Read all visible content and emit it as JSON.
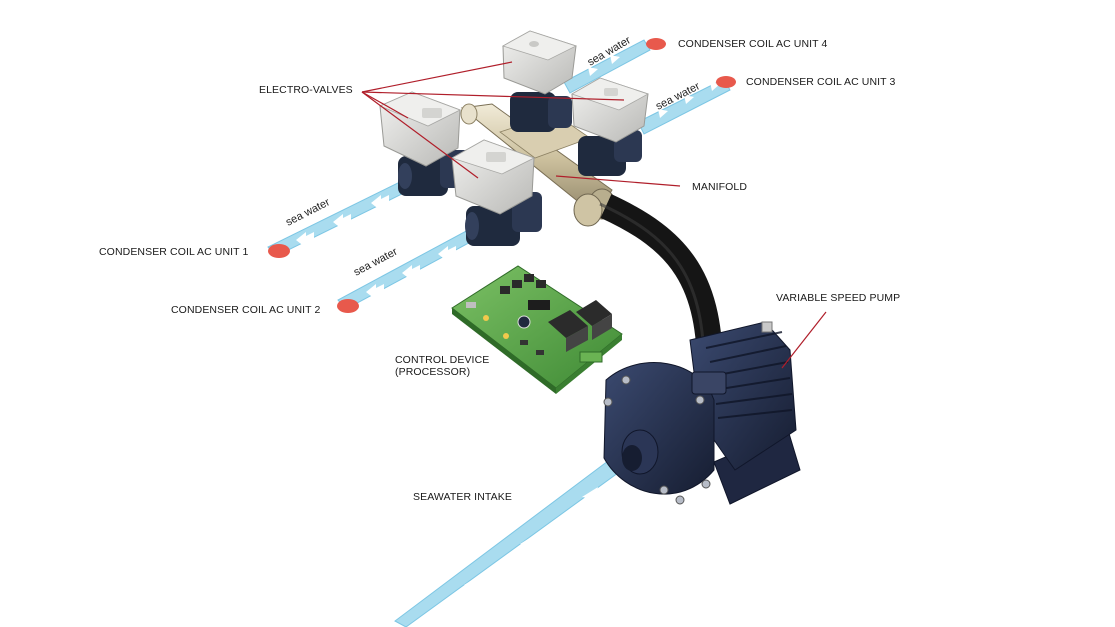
{
  "labels": {
    "electro_valves": "ELECTRO-VALVES",
    "manifold": "MANIFOLD",
    "variable_speed_pump": "VARIABLE SPEED PUMP",
    "control_device": "CONTROL DEVICE\n(PROCESSOR)",
    "seawater_intake": "SEAWATER INTAKE",
    "condenser_1": "CONDENSER COIL AC UNIT 1",
    "condenser_2": "CONDENSER COIL AC UNIT 2",
    "condenser_3": "CONDENSER COIL AC UNIT 3",
    "condenser_4": "CONDENSER COIL AC UNIT 4",
    "sea_water": "sea water"
  },
  "colors": {
    "water_stream": "#a9dcef",
    "water_edge": "#7cc6e4",
    "terminal_dot": "#e8594c",
    "leader_line": "#b01e2a",
    "valve_body": "#dcdcda",
    "pipe_dark": "#1f2a3e",
    "hose": "#1a1a1a",
    "manifold": "#d6c9a6",
    "pcb": "#5aa346",
    "pump_body": "#26324f"
  }
}
